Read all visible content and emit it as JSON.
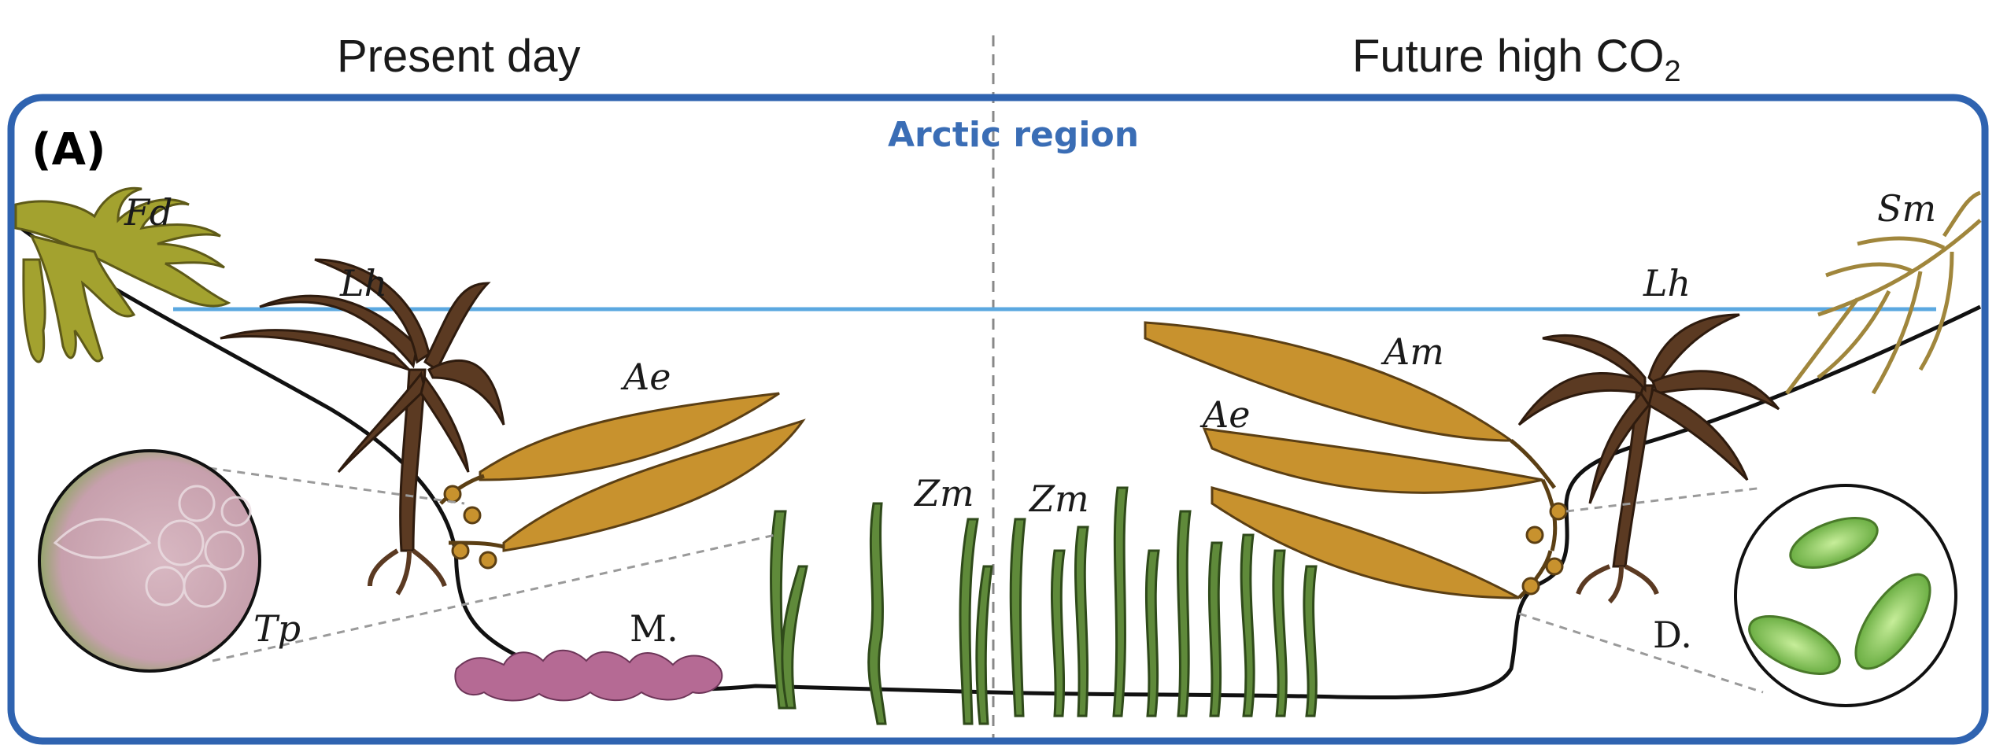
{
  "columns": {
    "present": "Present day",
    "future_main": "Future high CO",
    "future_sub": "2"
  },
  "panel": {
    "label": "(A)",
    "region": "Arctic region"
  },
  "species_labels": {
    "fd": "Fd",
    "lh_left": "Lh",
    "lh_right": "Lh",
    "ae_left": "Ae",
    "ae_right": "Ae",
    "am": "Am",
    "sm": "Sm",
    "zm_left": "Zm",
    "zm_right": "Zm",
    "tp": "Tp",
    "m": "M.",
    "d": "D."
  },
  "colors": {
    "frame": "#2f63b0",
    "water_line": "#5ba8e0",
    "seafloor": "#111111",
    "kelp_brown": "#5b3a22",
    "alaria_gold": "#c8922e",
    "fucus_green": "#a3a22f",
    "seagrass_green": "#5f8a3a",
    "coralline_pink": "#b56a94",
    "diatom_green": "#7ec24f"
  }
}
